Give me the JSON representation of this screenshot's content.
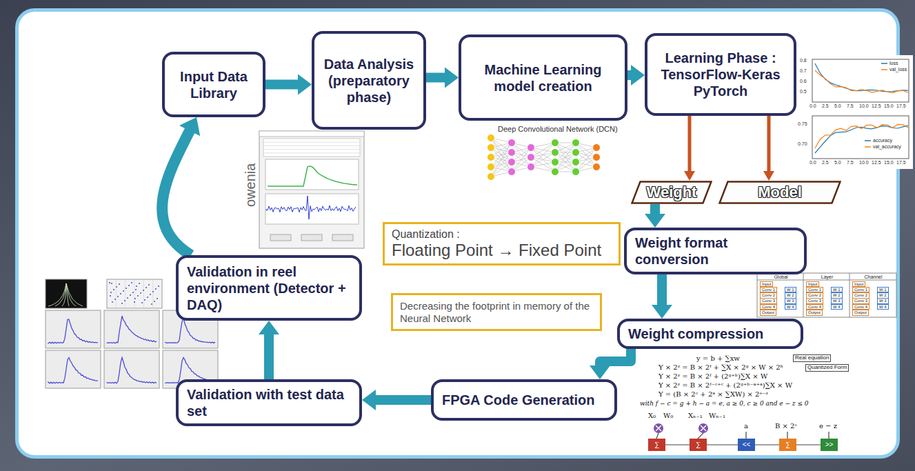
{
  "diagram": {
    "nodes": [
      {
        "text": [
          "Input Data Library"
        ]
      },
      {
        "text": [
          "Data Analysis (preparatory phase)"
        ]
      },
      {
        "text": [
          "Machine Learning model creation"
        ]
      },
      {
        "text": [
          "Learning Phase : TensorFlow-Keras PyTorch"
        ]
      },
      {
        "text": [
          "Weight"
        ]
      },
      {
        "text": [
          "Model"
        ]
      },
      {
        "text": [
          "Weight format conversion"
        ]
      },
      {
        "text": [
          "Weight compression"
        ]
      },
      {
        "text": [
          "FPGA Code Generation"
        ]
      },
      {
        "text": [
          "Validation with test data set"
        ]
      },
      {
        "text": [
          "Validation in reel environment (Detector + DAQ)"
        ]
      },
      {
        "text": [
          "Quantization :",
          "Floating Point → Fixed Point"
        ]
      },
      {
        "text": [
          "Decreasing the footprint in memory of the Neural Network"
        ]
      }
    ],
    "edges": [
      {
        "from": 0,
        "to": 1,
        "arrow": "to"
      },
      {
        "from": 1,
        "to": 2,
        "arrow": "to"
      },
      {
        "from": 2,
        "to": 3,
        "arrow": "to"
      },
      {
        "from": 3,
        "to": 4,
        "arrow": "to"
      },
      {
        "from": 3,
        "to": 5,
        "arrow": "to"
      },
      {
        "from": 4,
        "to": 6,
        "arrow": "to"
      },
      {
        "from": 6,
        "to": 7,
        "arrow": "to"
      },
      {
        "from": 7,
        "to": 8,
        "arrow": "to"
      },
      {
        "from": 8,
        "to": 9,
        "arrow": "to"
      },
      {
        "from": 9,
        "to": 10,
        "arrow": "to"
      },
      {
        "from": 10,
        "to": 0,
        "arrow": "to"
      }
    ],
    "labels": [
      "owenia",
      "Deep Convolutional Network (DCN)",
      "0.8",
      "0.7",
      "0.6",
      "0.5",
      "0.0",
      "2.5",
      "5.0",
      "7.5",
      "10.0",
      "12.5",
      "15.0",
      "17.5",
      "0.75",
      "0.70",
      "0.0",
      "2.5",
      "5.0",
      "7.5",
      "10.0",
      "12.5",
      "15.0",
      "17.5",
      "Global",
      "Layer",
      "Channel",
      "Input",
      "Conv 1",
      "W 1",
      "Conv 2",
      "W 2",
      "Conv 3",
      "W 3",
      "Conv 4",
      "W 4",
      "Output",
      "Input",
      "Conv 1",
      "W 1",
      "Conv 2",
      "W 2",
      "Conv 3",
      "W 3",
      "Conv 4",
      "W 4",
      "Output",
      "Input",
      "Conv 1",
      "W 1",
      "Conv 2",
      "W 2",
      "Conv 3",
      "W 3",
      "Conv 4",
      "W 4",
      "Output",
      "y = b + ∑xw",
      "Real equation",
      "Y × 2ᶻ = B × 2ᶠ + ∑X × 2ᵍ × W × 2ʰ",
      "Quantized Form",
      "Y × 2ᶻ = B × 2ᶠ + (2ᵍ⁺ʰ)∑X × W",
      "Y × 2ᶻ = B × 2ᶠ⁻ᶜ⁺ᶜ + (2ᵍ⁺ʰ⁻ᵃ⁺ᵃ)∑X × W",
      "Y = (B × 2ᶜ + 2ᵃ × ∑XW) × 2ᵉ⁻ᶻ",
      "with f − c = g + h − a = e, a ≥ 0, c ≥ 0 and e − z ≤ 0",
      "X₀",
      "W₀",
      "Xₙ₋₁",
      "Wₙ₋₁",
      "a",
      "B × 2ᶜ",
      "e − z",
      "∑",
      "∑",
      "<<",
      "∑",
      ">>"
    ],
    "legend": [
      {
        "text": "loss"
      },
      {
        "text": "val_loss"
      },
      {
        "text": "accuracy"
      },
      {
        "text": "val_accuracy"
      }
    ]
  }
}
